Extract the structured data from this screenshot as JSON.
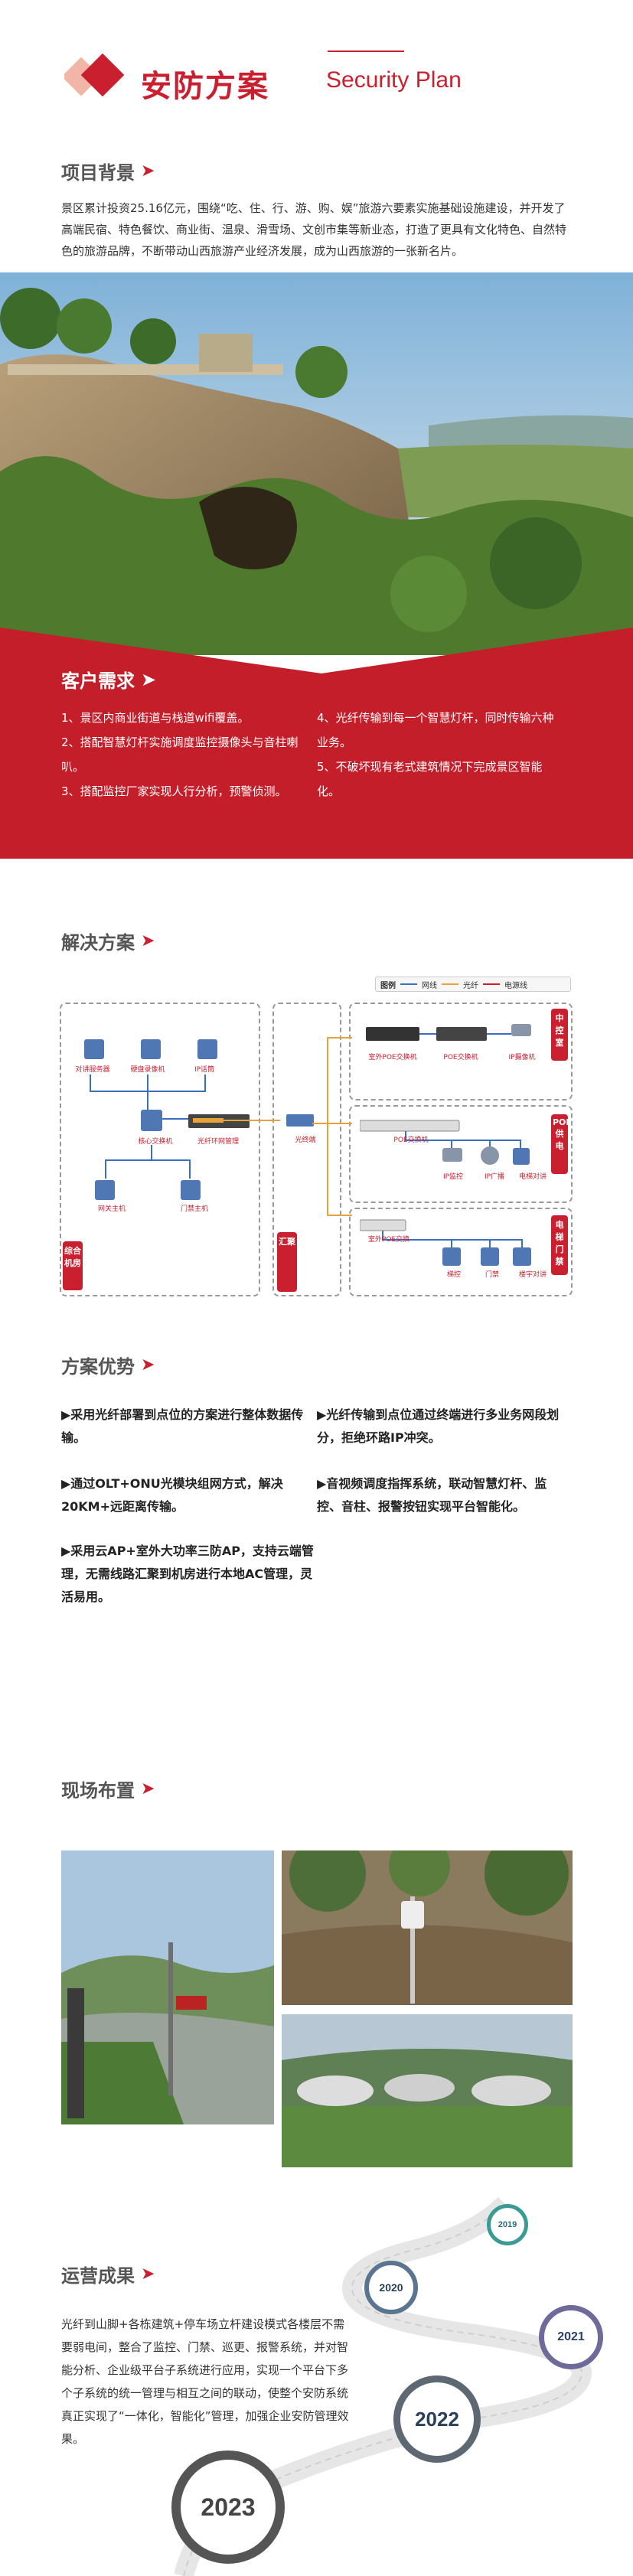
{
  "header": {
    "title_cn": "安防方案",
    "title_en": "Security Plan"
  },
  "background": {
    "title": "项目背景",
    "text": "景区累计投资25.16亿元，围绕“吃、住、行、游、购、娱”旅游六要素实施基础设施建设，并开发了高端民宿、特色餐饮、商业街、温泉、滑雪场、文创市集等新业态，打造了更具有文化特色、自然特色的旅游品牌，不断带动山西旅游产业经济发展，成为山西旅游的一张新名片。"
  },
  "needs": {
    "title": "客户需求",
    "left": [
      "1、景区内商业街道与栈道wifi覆盖。",
      "2、搭配智慧灯杆实施调度监控摄像头与音柱喇叭。",
      "3、搭配监控厂家实现人行分析，预警侦测。"
    ],
    "right": [
      "4、光纤传输到每一个智慧灯杆，同时传输六种业务。",
      "5、不破坏现有老式建筑情况下完成景区智能化。"
    ]
  },
  "solution": {
    "title": "解决方案",
    "legend": {
      "label": "图例",
      "items": [
        {
          "name": "网线",
          "color": "#3a6fc4"
        },
        {
          "name": "光纤",
          "color": "#e8a23a"
        },
        {
          "name": "电源线",
          "color": "#c91f2e"
        }
      ]
    },
    "center_devices": [
      "对讲服务器",
      "硬盘录像机",
      "IP话筒",
      "核心交换机",
      "光纤环网管理"
    ],
    "center_tag": "综合机房",
    "switch_label": "光终端",
    "aggregate_tag": "汇聚",
    "right_groups": [
      {
        "tag": "中控室",
        "devices": [
          "室外POE交换机",
          "POE交换机",
          "IP摄像机"
        ]
      },
      {
        "tag": "POE供电",
        "devices": [
          "POE交换机",
          "IP监控",
          "IP广播",
          "电梯对讲"
        ]
      },
      {
        "tag": "电梯门禁",
        "devices": [
          "室外POE交换",
          "梯控",
          "门禁",
          "楼宇对讲"
        ]
      }
    ],
    "bottom_devices": [
      "网关主机",
      "门禁主机"
    ]
  },
  "advantages": {
    "title": "方案优势",
    "items": [
      "▶采用光纤部署到点位的方案进行整体数据传输。",
      "▶光纤传输到点位通过终端进行多业务网段划分，拒绝环路IP冲突。",
      "▶通过OLT+ONU光模块组网方式，解决20KM+远距离传输。",
      "▶音视频调度指挥系统，联动智慧灯杆、监控、音柱、报警按钮实现平台智能化。",
      "▶采用云AP+室外大功率三防AP，支持云端管理，无需线路汇聚到机房进行本地AC管理，灵活易用。"
    ]
  },
  "site": {
    "title": "现场布置"
  },
  "results": {
    "title": "运营成果",
    "text": "光纤到山脚+各栋建筑+停车场立杆建设模式各楼层不需要弱电间，整合了监控、门禁、巡更、报警系统，并对智能分析、企业级平台子系统进行应用，实现一个平台下多个子系统的统一管理与相互之间的联动，使整个安防系统真正实现了“一体化，智能化”管理，加强企业安防管理效果。",
    "years": [
      "2019",
      "2020",
      "2021",
      "2022",
      "2023"
    ]
  }
}
